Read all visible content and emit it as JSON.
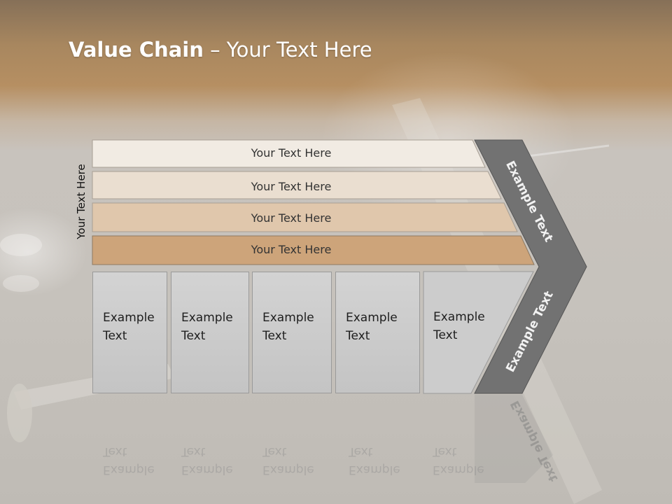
{
  "title": {
    "bold": "Value Chain",
    "rest": " – Your Text Here"
  },
  "side_label": "Your Text Here",
  "bars": [
    {
      "label": "Your Text Here",
      "color": "#f1ebe3"
    },
    {
      "label": "Your Text Here",
      "color": "#eaded0"
    },
    {
      "label": "Your Text Here",
      "color": "#e0c7ac"
    },
    {
      "label": "Your Text Here",
      "color": "#cda47a"
    }
  ],
  "boxes": [
    {
      "line1": "Example",
      "line2": "Text"
    },
    {
      "line1": "Example",
      "line2": "Text"
    },
    {
      "line1": "Example",
      "line2": "Text"
    },
    {
      "line1": "Example",
      "line2": "Text"
    },
    {
      "line1": "Example",
      "line2": "Text"
    }
  ],
  "chevron": {
    "top_text": "Example Text",
    "bottom_text": "Example Text",
    "color": "#727272"
  }
}
